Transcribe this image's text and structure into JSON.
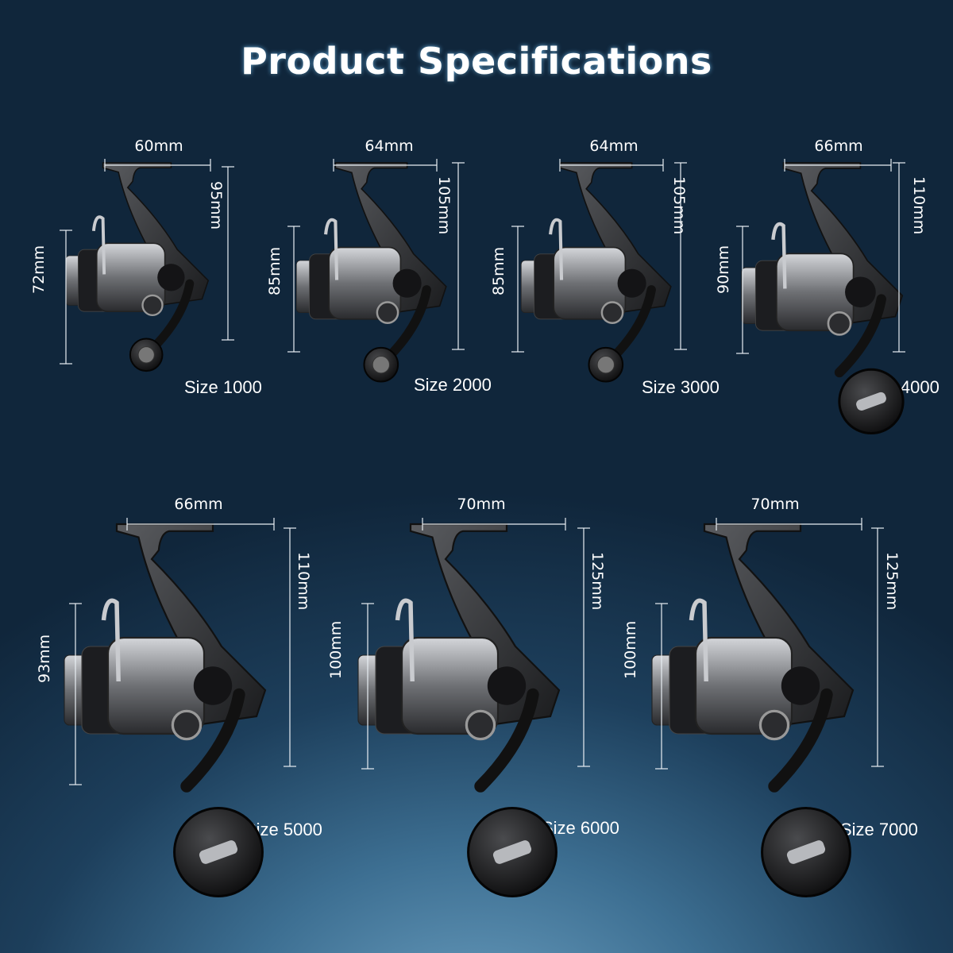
{
  "title": "Product Specifications",
  "reels": [
    {
      "size_label": "Size 1000",
      "width": "60mm",
      "height": "95mm",
      "spool_height": "72mm"
    },
    {
      "size_label": "Size 2000",
      "width": "64mm",
      "height": "105mm",
      "spool_height": "85mm"
    },
    {
      "size_label": "Size 3000",
      "width": "64mm",
      "height": "105mm",
      "spool_height": "85mm"
    },
    {
      "size_label": "Size 4000",
      "width": "66mm",
      "height": "110mm",
      "spool_height": "90mm"
    },
    {
      "size_label": "Size 5000",
      "width": "66mm",
      "height": "110mm",
      "spool_height": "93mm"
    },
    {
      "size_label": "Size 6000",
      "width": "70mm",
      "height": "125mm",
      "spool_height": "100mm"
    },
    {
      "size_label": "Size 7000",
      "width": "70mm",
      "height": "125mm",
      "spool_height": "100mm"
    }
  ],
  "colors": {
    "background_top": "#10263b",
    "background_bottom": "#6fa3c4",
    "text": "#ffffff",
    "reel_dark": "#1a1a1c",
    "reel_silver": "#9a9ca0"
  }
}
